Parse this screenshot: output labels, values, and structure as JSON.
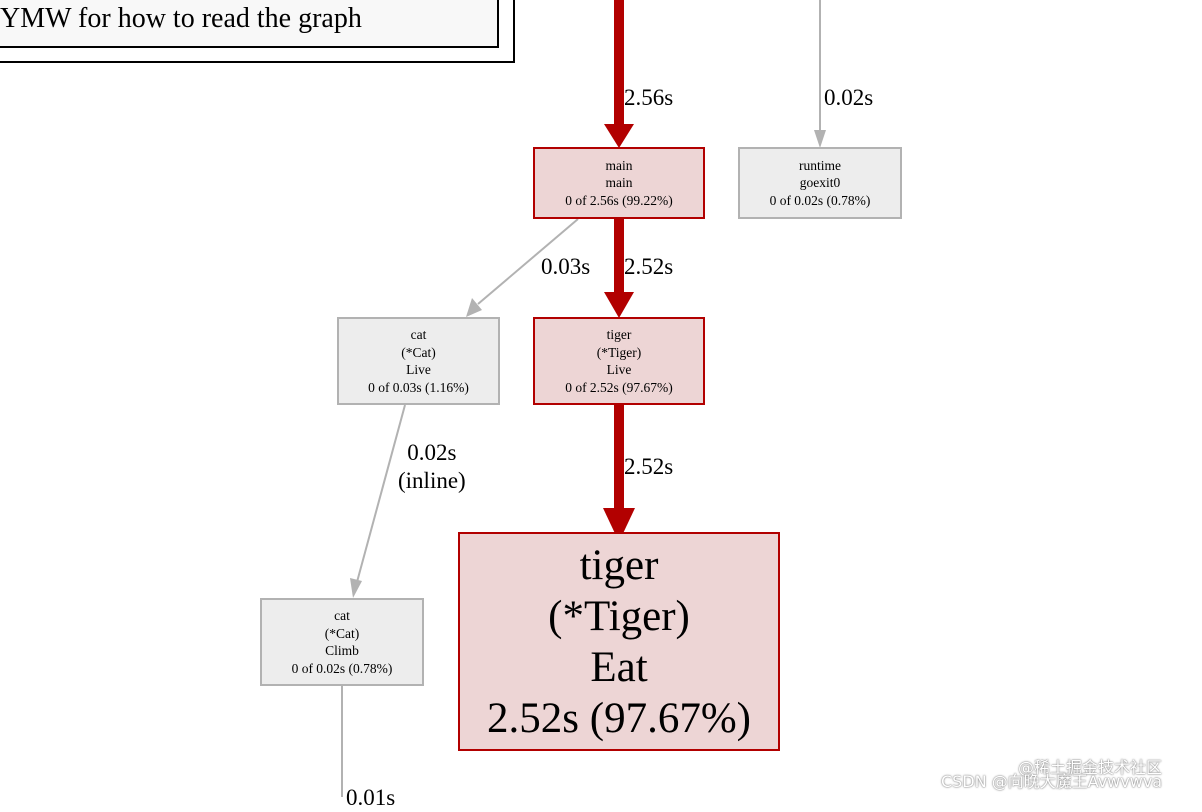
{
  "legend": {
    "text": "YMW for how to read the graph"
  },
  "nodes": {
    "main": {
      "lines": [
        "main",
        "main",
        "0 of 2.56s (99.22%)"
      ]
    },
    "runtime": {
      "lines": [
        "runtime",
        "goexit0",
        "0 of 0.02s (0.78%)"
      ]
    },
    "cat_live": {
      "lines": [
        "cat",
        "(*Cat)",
        "Live",
        "0 of 0.03s (1.16%)"
      ]
    },
    "tiger_live": {
      "lines": [
        "tiger",
        "(*Tiger)",
        "Live",
        "0 of 2.52s (97.67%)"
      ]
    },
    "cat_climb": {
      "lines": [
        "cat",
        "(*Cat)",
        "Climb",
        "0 of 0.02s (0.78%)"
      ]
    },
    "tiger_eat": {
      "lines": [
        "tiger",
        "(*Tiger)",
        "Eat",
        "2.52s (97.67%)"
      ]
    }
  },
  "edges": {
    "into_main": "2.56s",
    "into_runtime": "0.02s",
    "main_to_cat_live": "0.03s",
    "main_to_tiger_live": "2.52s",
    "cat_live_to_climb": [
      "0.02s",
      "(inline)"
    ],
    "tiger_live_to_eat": "2.52s",
    "climb_out": "0.01s"
  },
  "colors": {
    "hot_edge": "#b20000",
    "cold_edge": "#b2b2b2",
    "hot_fill": "#edd5d5",
    "cold_fill": "#ededed"
  },
  "watermarks": {
    "top": "@稀土掘金技术社区",
    "bottom": "CSDN @向晚大魔王Avwvwva"
  }
}
